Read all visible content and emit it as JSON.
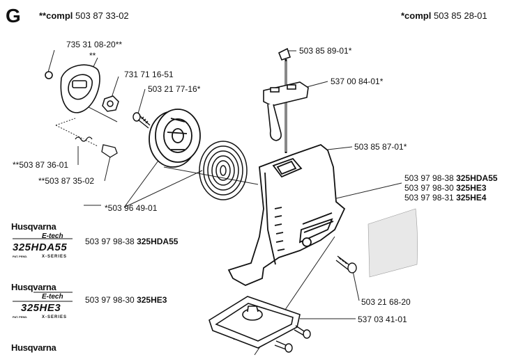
{
  "section_letter": "G",
  "header": {
    "left_prefix": "**compl",
    "left_number": "503 87 33-02",
    "right_prefix": "*compl",
    "right_number": "503 85 28-01"
  },
  "parts": {
    "p1": "735 31 08-20**",
    "p1b": "**",
    "p2": "731 71 16-51",
    "p3": "503 21 77-16*",
    "p4": "503 85 89-01*",
    "p5": "537 00 84-01*",
    "p6": "503 85 87-01*",
    "p7": "**503 87 36-01",
    "p8": "**503 87 35-02",
    "p9": "*503 96 49-01",
    "p10_num": "503 97 98-38",
    "p10_model": "325HDA55",
    "p11_num": "503 97 98-30",
    "p11_model": "325HE3",
    "p12_num": "503 97 98-31",
    "p12_model": "325HE4",
    "p13": "503 21 68-20",
    "p14": "537 03 41-01"
  },
  "decals": {
    "d1_num": "503 97 98-38",
    "d1_model": "325HDA55",
    "d2_num": "503 97 98-30",
    "d2_model": "325HE3"
  },
  "brand": {
    "name": "Husqvarna",
    "sub": "E-tech",
    "model1": "325HDA55",
    "model2": "325HE3",
    "series": "X-SERIES",
    "small": "PAT. PEND."
  }
}
